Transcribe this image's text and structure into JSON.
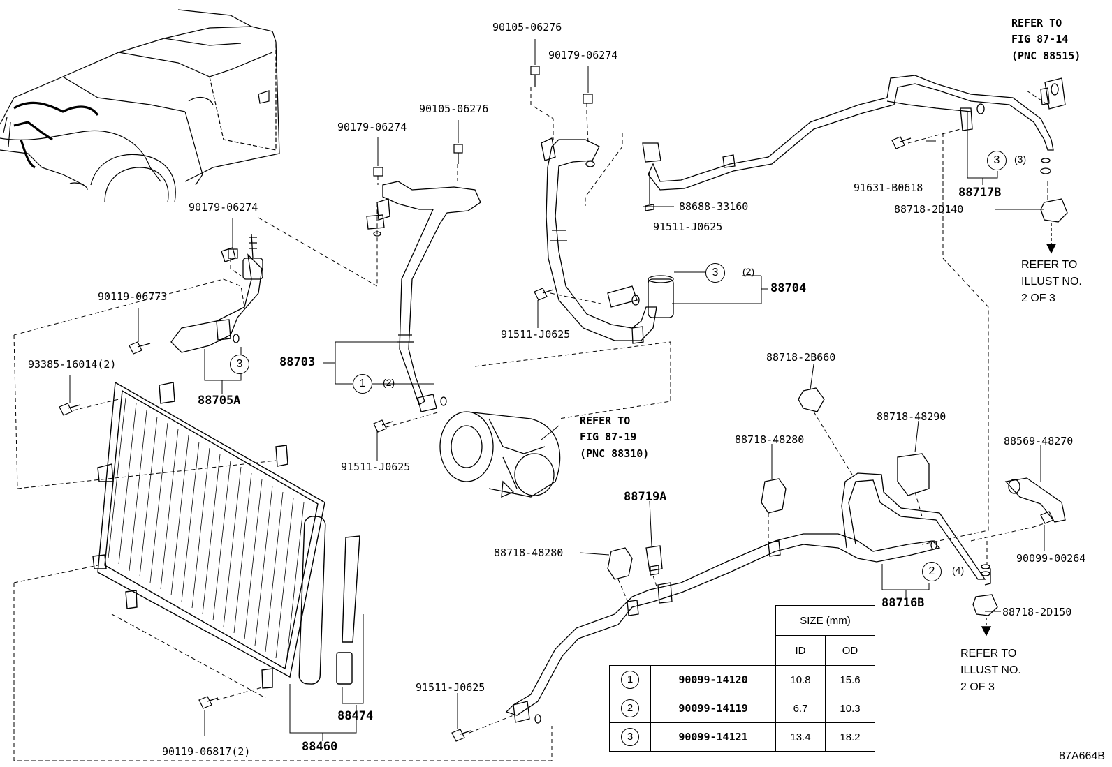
{
  "labels": {
    "p_90105_06276_top": "90105-06276",
    "p_90179_06274_top": "90179-06274",
    "p_90105_06276_mid": "90105-06276",
    "p_90179_06274_mid": "90179-06274",
    "p_90179_06274_left": "90179-06274",
    "p_90119_06773": "90119-06773",
    "p_93385_16014": "93385-16014(2)",
    "p_88705A": "88705A",
    "p_88703": "88703",
    "p_91511_J0625_a": "91511-J0625",
    "p_91511_J0625_b": "91511-J0625",
    "p_91511_J0625_c": "91511-J0625",
    "p_91511_J0625_d": "91511-J0625",
    "p_88688_33160": "88688-33160",
    "p_88704": "88704",
    "p_91631_B0618": "91631-B0618",
    "p_88717B": "88717B",
    "p_88718_2D140": "88718-2D140",
    "p_88718_2B660": "88718-2B660",
    "p_88718_48290": "88718-48290",
    "p_88718_48280_a": "88718-48280",
    "p_88718_48280_b": "88718-48280",
    "p_88719A": "88719A",
    "p_88569_48270": "88569-48270",
    "p_90099_00264": "90099-00264",
    "p_88716B": "88716B",
    "p_88718_2D150": "88718-2D150",
    "p_88474": "88474",
    "p_88460": "88460",
    "p_90119_06817": "90119-06817(2)"
  },
  "refs": {
    "fig_87_14": "REFER TO\nFIG 87-14\n(PNC 88515)",
    "fig_87_19": "REFER TO\nFIG 87-19\n(PNC 88310)",
    "illust_a": "REFER TO\nILLUST NO.\n2 OF 3",
    "illust_b": "REFER TO\nILLUST NO.\n2 OF 3"
  },
  "callouts": {
    "c_88705A": {
      "num": "3",
      "qty": ""
    },
    "c_88703": {
      "num": "1",
      "qty": "(2)"
    },
    "c_88704": {
      "num": "3",
      "qty": "(2)"
    },
    "c_88717B": {
      "num": "3",
      "qty": "(3)"
    },
    "c_88716B": {
      "num": "2",
      "qty": "(4)"
    }
  },
  "size_table": {
    "header": "SIZE (mm)",
    "col_id": "ID",
    "col_od": "OD",
    "rows": [
      {
        "num": "1",
        "part": "90099-14120",
        "id": "10.8",
        "od": "15.6"
      },
      {
        "num": "2",
        "part": "90099-14119",
        "id": "6.7",
        "od": "10.3"
      },
      {
        "num": "3",
        "part": "90099-14121",
        "id": "13.4",
        "od": "18.2"
      }
    ]
  },
  "figure_code": "87A664B"
}
